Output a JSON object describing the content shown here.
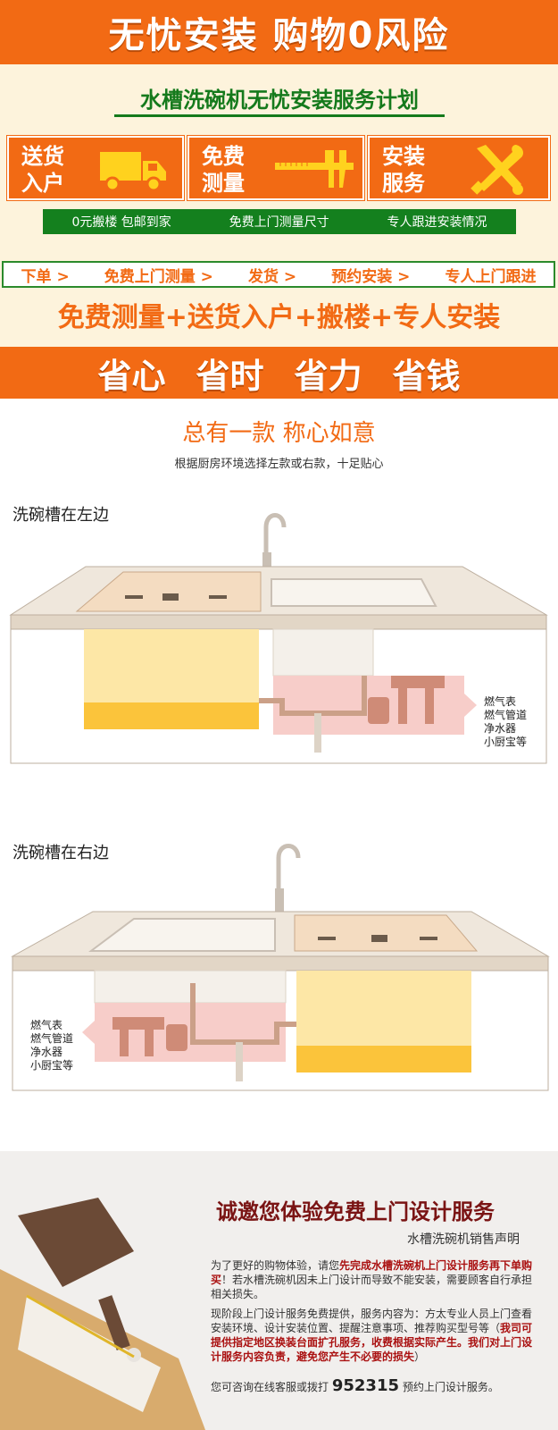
{
  "hero": {
    "title": "无忧安装 购物0风险"
  },
  "plan": {
    "title": "水槽洗碗机无忧安装服务计划"
  },
  "cards": [
    {
      "label_line1": "送货",
      "label_line2": "入户",
      "icon": "truck-icon"
    },
    {
      "label_line1": "免费",
      "label_line2": "测量",
      "icon": "caliper-icon"
    },
    {
      "label_line1": "安装",
      "label_line2": "服务",
      "icon": "tools-icon"
    }
  ],
  "greenbar": [
    "0元搬楼 包邮到家",
    "免费上门测量尺寸",
    "专人跟进安装情况"
  ],
  "steps": [
    "下单 >",
    "免费上门测量 >",
    "发货 >",
    "预约安装 >",
    "专人上门跟进"
  ],
  "combo": "免费测量+送货入户+搬楼+专人安装",
  "benefits": [
    "省心",
    "省时",
    "省力",
    "省钱"
  ],
  "tagline": "总有一款 称心如意",
  "subtag": "根据厨房环境选择左款或右款，十足贴心",
  "left_diagram": {
    "title": "洗碗槽在左边",
    "side_items": [
      "燃气表",
      "燃气管道",
      "净水器",
      "小厨宝等"
    ]
  },
  "right_diagram": {
    "title": "洗碗槽在右边",
    "side_items": [
      "燃气表",
      "燃气管道",
      "净水器",
      "小厨宝等"
    ]
  },
  "promo": {
    "heading": "诚邀您体验免费上门设计服务",
    "subheading": "水槽洗碗机销售声明",
    "p1_a": "为了更好的购物体验，请您",
    "p1_red": "先完成水槽洗碗机上门设计服务再下单购买",
    "p1_b": "！若水槽洗碗机因未上门设计而导致不能安装，需要顾客自行承担相关损失。",
    "p2_a": "现阶段上门设计服务免费提供，服务内容为：方太专业人员上门查看安装环境、设计安装位置、提醒注意事项、推荐购买型号等（",
    "p2_red": "我司可提供指定地区换装台面扩孔服务，收费根据实际产生。我们对上门设计服务内容负责，避免您产生不必要的损失",
    "p2_b": "）",
    "phone_prefix": "您可咨询在线客服或拨打",
    "phone": "952315",
    "phone_suffix": "预约上门设计服务。"
  }
}
